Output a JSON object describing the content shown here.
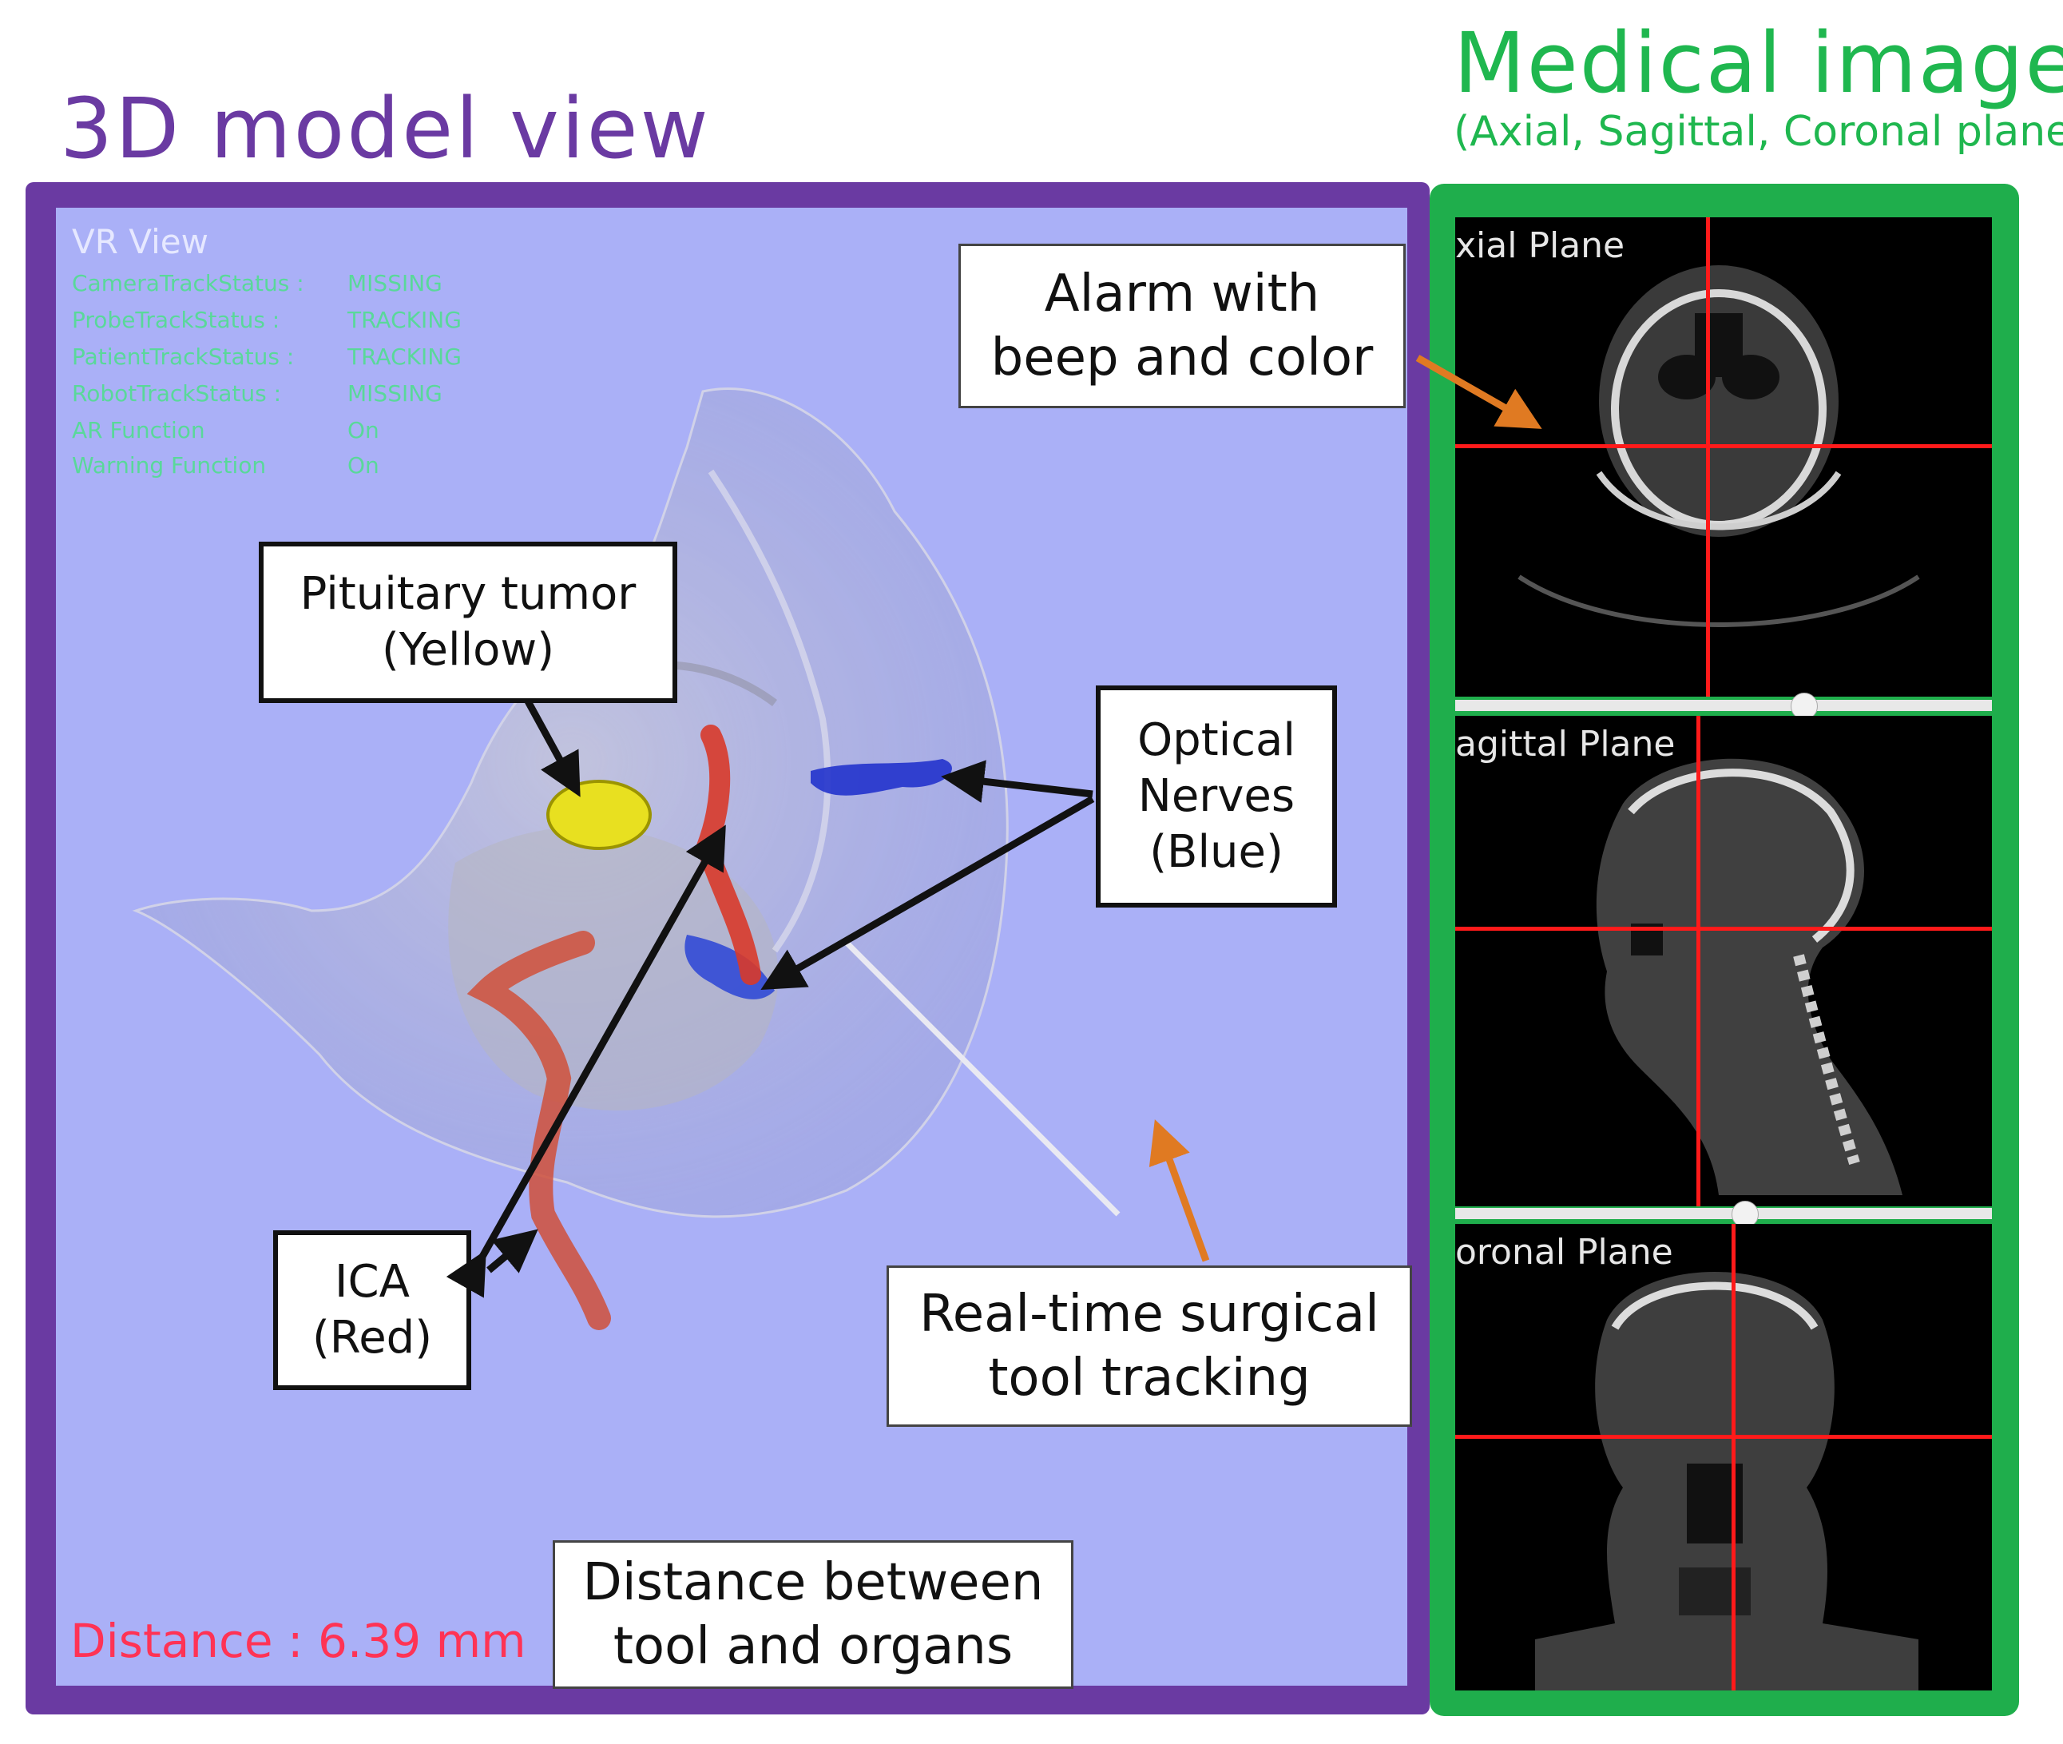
{
  "headings": {
    "left_title": "3D model view",
    "right_title": "Medical image",
    "right_subtitle": "(Axial, Sagittal, Coronal plane)"
  },
  "vr_view": {
    "title": "VR View",
    "status": [
      {
        "key": "CameraTrackStatus :",
        "value": "MISSING"
      },
      {
        "key": "ProbeTrackStatus :",
        "value": "TRACKING"
      },
      {
        "key": "PatientTrackStatus :",
        "value": "TRACKING"
      },
      {
        "key": "RobotTrackStatus :",
        "value": "MISSING"
      },
      {
        "key": "AR Function",
        "value": "On"
      },
      {
        "key": "Warning Function",
        "value": "On"
      }
    ],
    "distance": "Distance : 6.39 mm"
  },
  "callouts": {
    "pituitary": {
      "line1": "Pituitary tumor",
      "line2": "(Yellow)"
    },
    "optical": {
      "line1": "Optical",
      "line2": "Nerves",
      "line3": "(Blue)"
    },
    "ica": {
      "line1": "ICA",
      "line2": "(Red)"
    },
    "alarm": {
      "line1": "Alarm with",
      "line2": "beep and color"
    },
    "tracking": {
      "line1": "Real-time surgical",
      "line2": "tool tracking"
    },
    "distance": {
      "line1": "Distance between",
      "line2": "tool and organs"
    }
  },
  "panels": {
    "axial": "xial Plane",
    "sagittal": "agittal Plane",
    "coronal": "oronal Plane"
  },
  "colors": {
    "purple_frame": "#6a3aa2",
    "green_frame": "#1fae4c",
    "vr_background": "#aab0f7",
    "crosshair": "#ff1a1a",
    "tumor": "#e8e020",
    "nerves": "#2233cc",
    "ica": "#d83a2a"
  }
}
